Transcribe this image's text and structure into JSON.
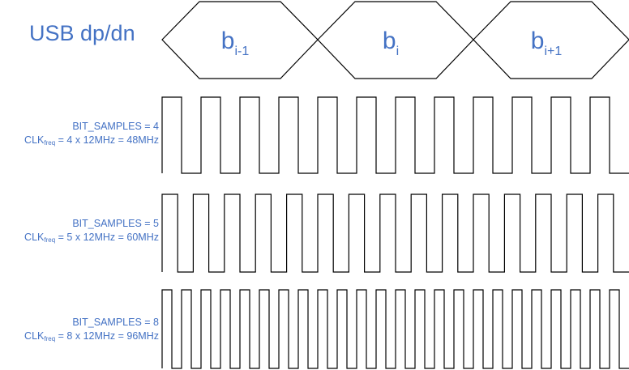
{
  "colors": {
    "text": "#4472c4",
    "line": "#000000",
    "background": "#ffffff"
  },
  "bus": {
    "title": "USB dp/dn",
    "bits": [
      {
        "base": "b",
        "sub": "i-1"
      },
      {
        "base": "b",
        "sub": "i"
      },
      {
        "base": "b",
        "sub": "i+1"
      }
    ]
  },
  "clock_rows": [
    {
      "samples_label": "BIT_SAMPLES = 4",
      "freq_prefix": "CLK",
      "freq_sub": "freq",
      "freq_suffix": " = 4 x 12MHz = 48MHz",
      "bit_samples": 4
    },
    {
      "samples_label": "BIT_SAMPLES = 5",
      "freq_prefix": "CLK",
      "freq_sub": "freq",
      "freq_suffix": " = 5 x 12MHz = 60MHz",
      "bit_samples": 5
    },
    {
      "samples_label": "BIT_SAMPLES = 8",
      "freq_prefix": "CLK",
      "freq_sub": "freq",
      "freq_suffix": " = 8 x 12MHz = 96MHz",
      "bit_samples": 8
    }
  ]
}
